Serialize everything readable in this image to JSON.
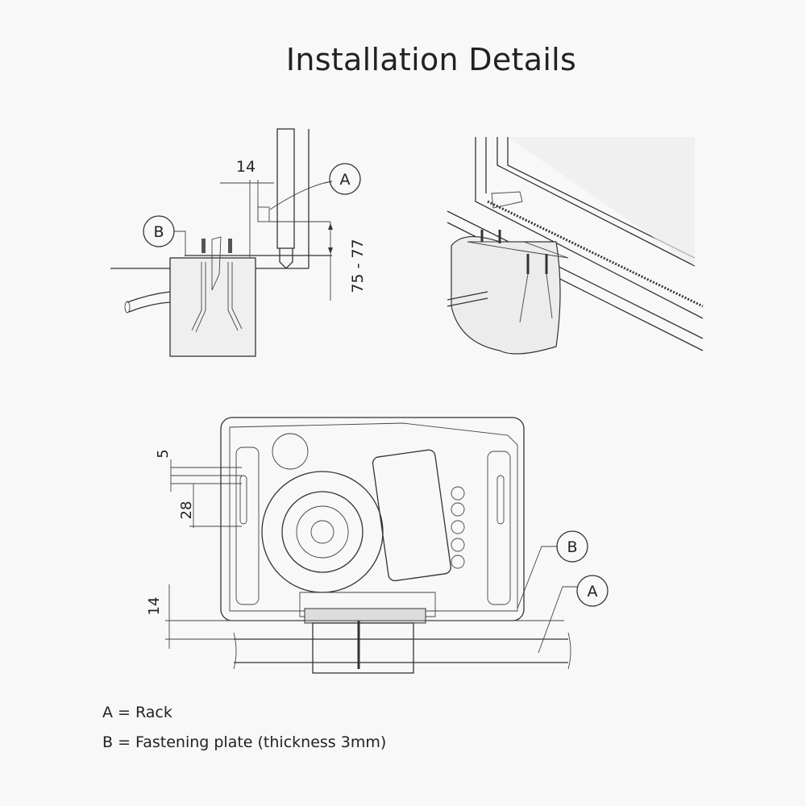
{
  "title": "Installation Details",
  "side_view": {
    "dimension_horizontal": "14",
    "dimension_vertical": "75 - 77",
    "callout_a": "A",
    "callout_b": "B"
  },
  "top_view": {
    "dimension_top": "5",
    "dimension_middle": "28",
    "dimension_bottom": "14",
    "callout_b": "B",
    "callout_a": "A"
  },
  "legend": [
    "A = Rack",
    "B = Fastening plate (thickness 3mm)"
  ]
}
